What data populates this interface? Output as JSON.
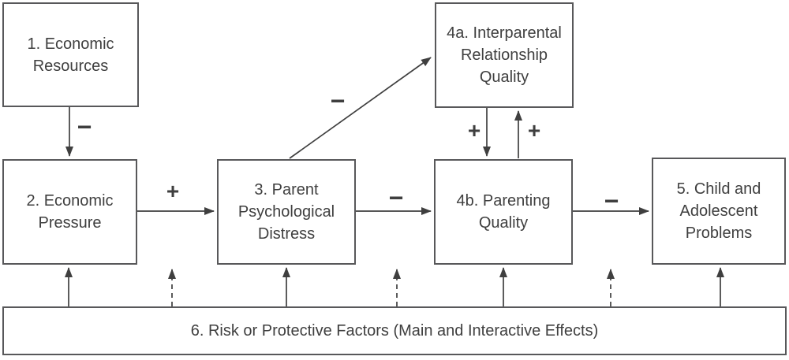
{
  "colors": {
    "ink": "#3f3f3f",
    "box_border": "#58585a",
    "background": "#ffffff"
  },
  "boxes": {
    "economic_resources": {
      "label": "1. Economic Resources"
    },
    "economic_pressure": {
      "label": "2. Economic Pressure"
    },
    "parent_psychological_distress": {
      "label": "3. Parent Psychological Distress"
    },
    "interparental_relationship_quality": {
      "label": "4a. Interparental Relationship Quality"
    },
    "parenting_quality": {
      "label": "4b. Parenting Quality"
    },
    "child_adolescent_problems": {
      "label": "5. Child and Adolescent Problems"
    },
    "risk_protective_factors": {
      "label": "6. Risk or Protective Factors (Main and Interactive Effects)"
    }
  },
  "signs": {
    "resources_to_pressure": "−",
    "pressure_to_distress": "+",
    "distress_to_interparental": "−",
    "distress_to_parenting": "−",
    "interparental_to_parenting": "+",
    "parenting_to_interparental": "+",
    "parenting_to_problems": "−"
  },
  "edges": [
    {
      "from": "1. Economic Resources",
      "to": "2. Economic Pressure",
      "sign": "−",
      "style": "solid"
    },
    {
      "from": "2. Economic Pressure",
      "to": "3. Parent Psychological Distress",
      "sign": "+",
      "style": "solid"
    },
    {
      "from": "3. Parent Psychological Distress",
      "to": "4a. Interparental Relationship Quality",
      "sign": "−",
      "style": "solid"
    },
    {
      "from": "3. Parent Psychological Distress",
      "to": "4b. Parenting Quality",
      "sign": "−",
      "style": "solid"
    },
    {
      "from": "4a. Interparental Relationship Quality",
      "to": "4b. Parenting Quality",
      "sign": "+",
      "style": "solid"
    },
    {
      "from": "4b. Parenting Quality",
      "to": "4a. Interparental Relationship Quality",
      "sign": "+",
      "style": "solid"
    },
    {
      "from": "4b. Parenting Quality",
      "to": "5. Child and Adolescent Problems",
      "sign": "−",
      "style": "solid"
    },
    {
      "from": "6. Risk or Protective Factors",
      "to": "2. Economic Pressure",
      "style": "solid"
    },
    {
      "from": "6. Risk or Protective Factors",
      "to": "gap between boxes 2 and 3",
      "style": "dashed"
    },
    {
      "from": "6. Risk or Protective Factors",
      "to": "3. Parent Psychological Distress",
      "style": "solid"
    },
    {
      "from": "6. Risk or Protective Factors",
      "to": "gap between boxes 3 and 4b",
      "style": "dashed"
    },
    {
      "from": "6. Risk or Protective Factors",
      "to": "4b. Parenting Quality",
      "style": "solid"
    },
    {
      "from": "6. Risk or Protective Factors",
      "to": "gap between boxes 4b and 5",
      "style": "dashed"
    },
    {
      "from": "6. Risk or Protective Factors",
      "to": "5. Child and Adolescent Problems",
      "style": "solid"
    }
  ]
}
